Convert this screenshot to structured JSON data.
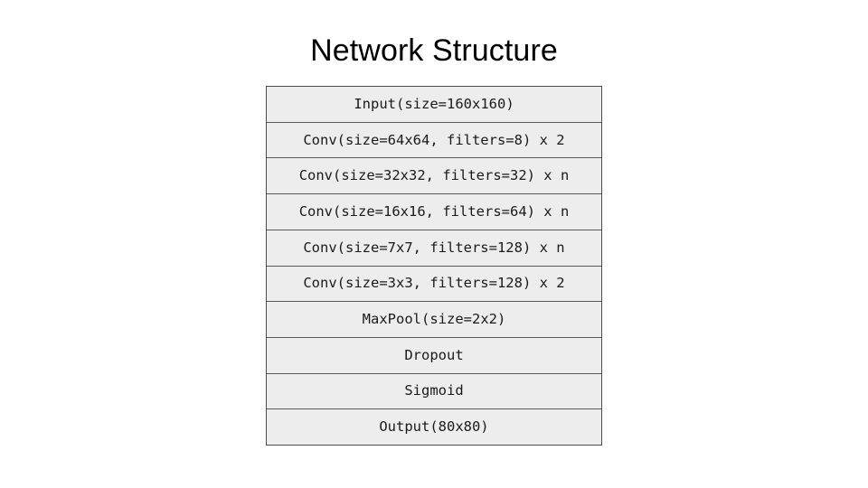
{
  "slide": {
    "title": "Network Structure",
    "background_color": "#ffffff",
    "title_color": "#000000"
  },
  "diagram": {
    "kind": "vertical-layer-stack",
    "cell_fill_color": "#ededed",
    "border_color": "#4d4d4d",
    "divider_color": "#585858",
    "text_color": "#1a1a1a",
    "layers": [
      {
        "label": "Input(size=160x160)"
      },
      {
        "label": "Conv(size=64x64, filters=8) x 2"
      },
      {
        "label": "Conv(size=32x32, filters=32) x n"
      },
      {
        "label": "Conv(size=16x16, filters=64) x n"
      },
      {
        "label": "Conv(size=7x7, filters=128) x n"
      },
      {
        "label": "Conv(size=3x3, filters=128) x 2"
      },
      {
        "label": "MaxPool(size=2x2)"
      },
      {
        "label": "Dropout"
      },
      {
        "label": "Sigmoid"
      },
      {
        "label": "Output(80x80)"
      }
    ]
  }
}
